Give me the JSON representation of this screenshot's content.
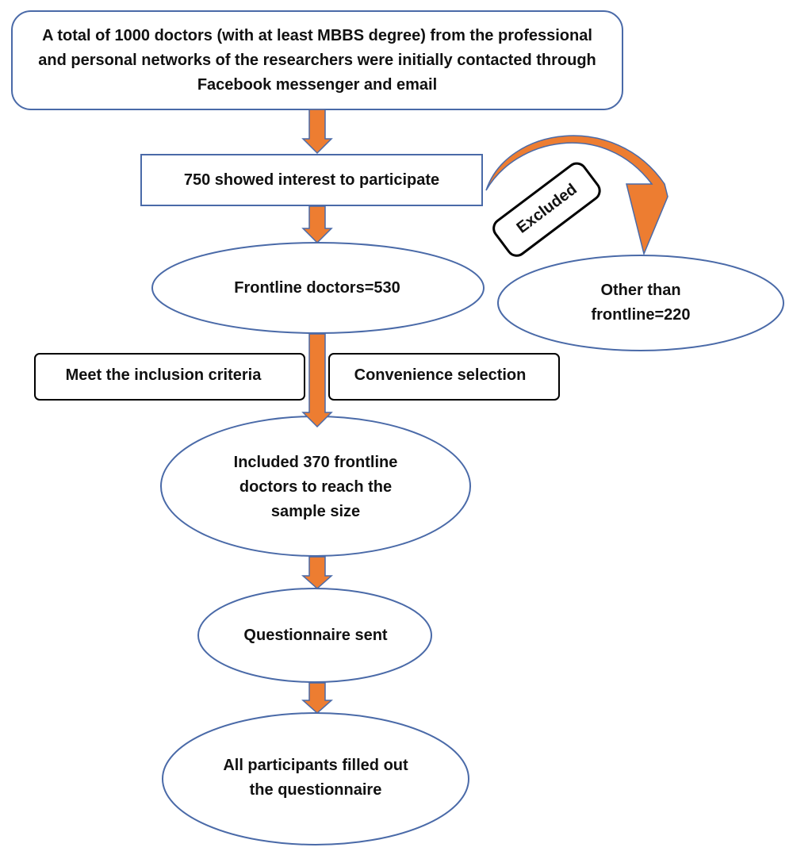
{
  "colors": {
    "box_border": "#4a6aa8",
    "arrow_fill": "#ed7d31",
    "arrow_stroke": "#4a6aa8",
    "label_border": "#000000",
    "text": "#111111"
  },
  "nodes": {
    "initial_contact": "A total of 1000 doctors (with at least MBBS degree) from the professional and personal networks of the researchers were initially contacted through Facebook messenger and email",
    "showed_interest": "750 showed interest to participate",
    "frontline": "Frontline doctors=530",
    "other_than_frontline": "Other than frontline=220",
    "included": "Included 370 frontline doctors to reach the sample size",
    "questionnaire_sent": "Questionnaire sent",
    "all_filled": "All participants filled out the questionnaire"
  },
  "labels": {
    "inclusion_criteria": "Meet the inclusion criteria",
    "convenience_selection": "Convenience selection",
    "excluded": "Excluded"
  }
}
